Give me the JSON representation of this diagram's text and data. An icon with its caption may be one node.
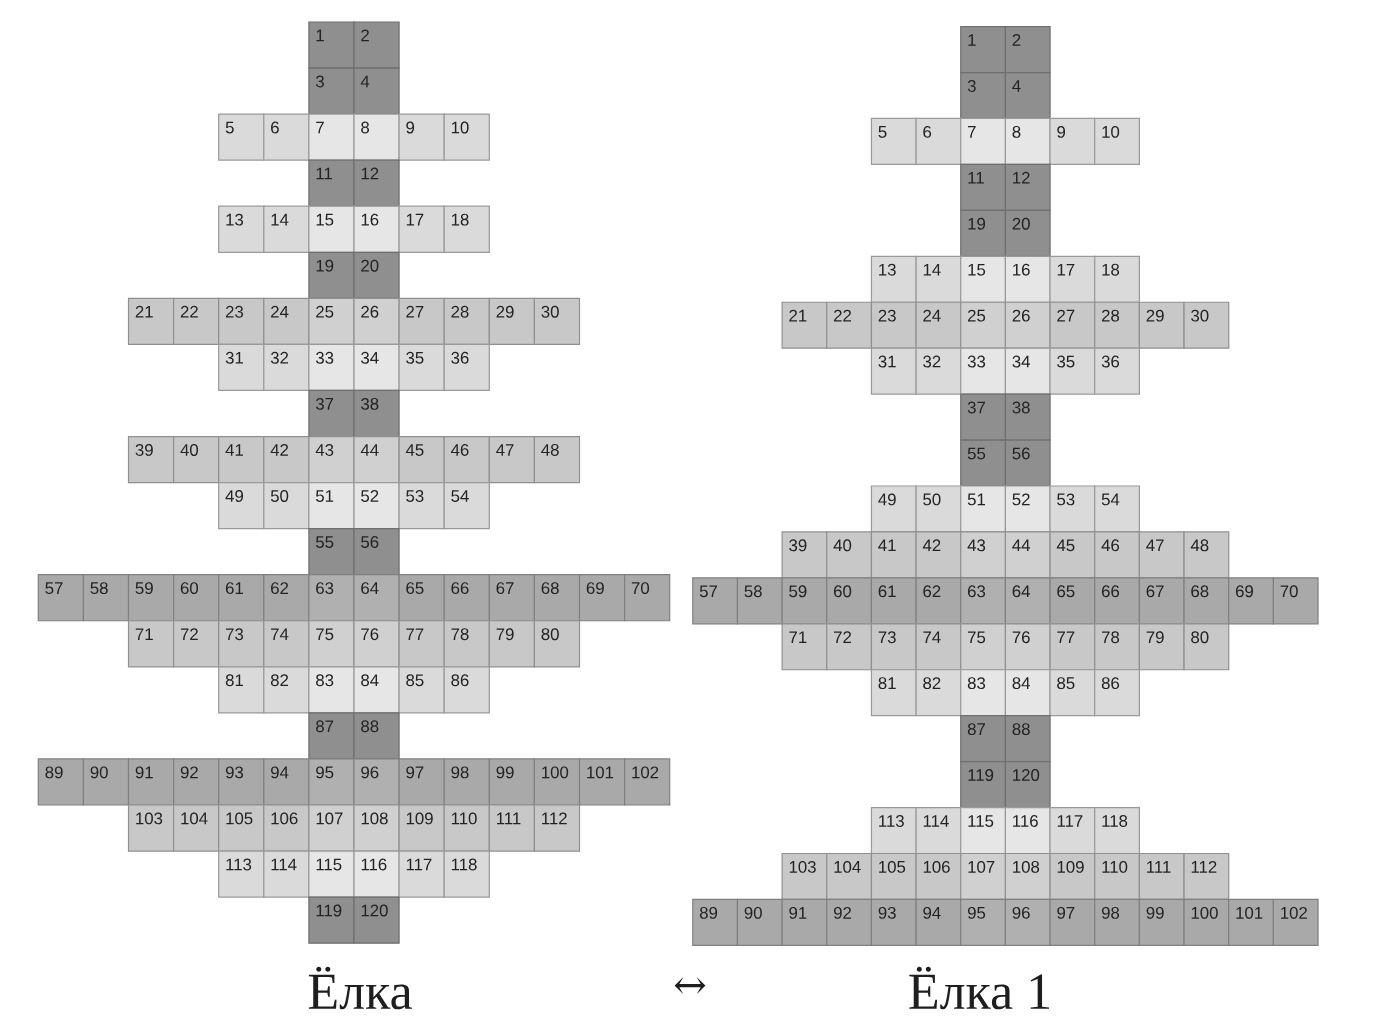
{
  "diagram": {
    "nodes": [
      {
        "text": [
          "1"
        ]
      },
      {
        "text": [
          "2"
        ]
      },
      {
        "text": [
          "3"
        ]
      },
      {
        "text": [
          "4"
        ]
      },
      {
        "text": [
          "5"
        ]
      },
      {
        "text": [
          "6"
        ]
      },
      {
        "text": [
          "7"
        ]
      },
      {
        "text": [
          "8"
        ]
      },
      {
        "text": [
          "9"
        ]
      },
      {
        "text": [
          "10"
        ]
      },
      {
        "text": [
          "11"
        ]
      },
      {
        "text": [
          "12"
        ]
      },
      {
        "text": [
          "13"
        ]
      },
      {
        "text": [
          "14"
        ]
      },
      {
        "text": [
          "15"
        ]
      },
      {
        "text": [
          "16"
        ]
      },
      {
        "text": [
          "17"
        ]
      },
      {
        "text": [
          "18"
        ]
      },
      {
        "text": [
          "19"
        ]
      },
      {
        "text": [
          "20"
        ]
      },
      {
        "text": [
          "21"
        ]
      },
      {
        "text": [
          "22"
        ]
      },
      {
        "text": [
          "23"
        ]
      },
      {
        "text": [
          "24"
        ]
      },
      {
        "text": [
          "25"
        ]
      },
      {
        "text": [
          "26"
        ]
      },
      {
        "text": [
          "27"
        ]
      },
      {
        "text": [
          "28"
        ]
      },
      {
        "text": [
          "29"
        ]
      },
      {
        "text": [
          "30"
        ]
      },
      {
        "text": [
          "31"
        ]
      },
      {
        "text": [
          "32"
        ]
      },
      {
        "text": [
          "33"
        ]
      },
      {
        "text": [
          "34"
        ]
      },
      {
        "text": [
          "35"
        ]
      },
      {
        "text": [
          "36"
        ]
      },
      {
        "text": [
          "37"
        ]
      },
      {
        "text": [
          "38"
        ]
      },
      {
        "text": [
          "39"
        ]
      },
      {
        "text": [
          "40"
        ]
      },
      {
        "text": [
          "41"
        ]
      },
      {
        "text": [
          "42"
        ]
      },
      {
        "text": [
          "43"
        ]
      },
      {
        "text": [
          "44"
        ]
      },
      {
        "text": [
          "45"
        ]
      },
      {
        "text": [
          "46"
        ]
      },
      {
        "text": [
          "47"
        ]
      },
      {
        "text": [
          "48"
        ]
      },
      {
        "text": [
          "49"
        ]
      },
      {
        "text": [
          "50"
        ]
      },
      {
        "text": [
          "51"
        ]
      },
      {
        "text": [
          "52"
        ]
      },
      {
        "text": [
          "53"
        ]
      },
      {
        "text": [
          "54"
        ]
      },
      {
        "text": [
          "55"
        ]
      },
      {
        "text": [
          "56"
        ]
      },
      {
        "text": [
          "57"
        ]
      },
      {
        "text": [
          "58"
        ]
      },
      {
        "text": [
          "59"
        ]
      },
      {
        "text": [
          "60"
        ]
      },
      {
        "text": [
          "61"
        ]
      },
      {
        "text": [
          "62"
        ]
      },
      {
        "text": [
          "63"
        ]
      },
      {
        "text": [
          "64"
        ]
      },
      {
        "text": [
          "65"
        ]
      },
      {
        "text": [
          "66"
        ]
      },
      {
        "text": [
          "67"
        ]
      },
      {
        "text": [
          "68"
        ]
      },
      {
        "text": [
          "69"
        ]
      },
      {
        "text": [
          "70"
        ]
      },
      {
        "text": [
          "71"
        ]
      },
      {
        "text": [
          "72"
        ]
      },
      {
        "text": [
          "73"
        ]
      },
      {
        "text": [
          "74"
        ]
      },
      {
        "text": [
          "75"
        ]
      },
      {
        "text": [
          "76"
        ]
      },
      {
        "text": [
          "77"
        ]
      },
      {
        "text": [
          "78"
        ]
      },
      {
        "text": [
          "79"
        ]
      },
      {
        "text": [
          "80"
        ]
      },
      {
        "text": [
          "81"
        ]
      },
      {
        "text": [
          "82"
        ]
      },
      {
        "text": [
          "83"
        ]
      },
      {
        "text": [
          "84"
        ]
      },
      {
        "text": [
          "85"
        ]
      },
      {
        "text": [
          "86"
        ]
      },
      {
        "text": [
          "87"
        ]
      },
      {
        "text": [
          "88"
        ]
      },
      {
        "text": [
          "89"
        ]
      },
      {
        "text": [
          "90"
        ]
      },
      {
        "text": [
          "91"
        ]
      },
      {
        "text": [
          "92"
        ]
      },
      {
        "text": [
          "93"
        ]
      },
      {
        "text": [
          "94"
        ]
      },
      {
        "text": [
          "95"
        ]
      },
      {
        "text": [
          "96"
        ]
      },
      {
        "text": [
          "97"
        ]
      },
      {
        "text": [
          "98"
        ]
      },
      {
        "text": [
          "99"
        ]
      },
      {
        "text": [
          "100"
        ]
      },
      {
        "text": [
          "101"
        ]
      },
      {
        "text": [
          "102"
        ]
      },
      {
        "text": [
          "103"
        ]
      },
      {
        "text": [
          "104"
        ]
      },
      {
        "text": [
          "105"
        ]
      },
      {
        "text": [
          "106"
        ]
      },
      {
        "text": [
          "107"
        ]
      },
      {
        "text": [
          "108"
        ]
      },
      {
        "text": [
          "109"
        ]
      },
      {
        "text": [
          "110"
        ]
      },
      {
        "text": [
          "111"
        ]
      },
      {
        "text": [
          "112"
        ]
      },
      {
        "text": [
          "113"
        ]
      },
      {
        "text": [
          "114"
        ]
      },
      {
        "text": [
          "115"
        ]
      },
      {
        "text": [
          "116"
        ]
      },
      {
        "text": [
          "117"
        ]
      },
      {
        "text": [
          "118"
        ]
      },
      {
        "text": [
          "119"
        ]
      },
      {
        "text": [
          "120"
        ]
      },
      {
        "text": [
          "1"
        ]
      },
      {
        "text": [
          "2"
        ]
      },
      {
        "text": [
          "3"
        ]
      },
      {
        "text": [
          "4"
        ]
      },
      {
        "text": [
          "5"
        ]
      },
      {
        "text": [
          "6"
        ]
      },
      {
        "text": [
          "7"
        ]
      },
      {
        "text": [
          "8"
        ]
      },
      {
        "text": [
          "9"
        ]
      },
      {
        "text": [
          "10"
        ]
      },
      {
        "text": [
          "11"
        ]
      },
      {
        "text": [
          "12"
        ]
      },
      {
        "text": [
          "19"
        ]
      },
      {
        "text": [
          "20"
        ]
      },
      {
        "text": [
          "13"
        ]
      },
      {
        "text": [
          "14"
        ]
      },
      {
        "text": [
          "15"
        ]
      },
      {
        "text": [
          "16"
        ]
      },
      {
        "text": [
          "17"
        ]
      },
      {
        "text": [
          "18"
        ]
      },
      {
        "text": [
          "21"
        ]
      },
      {
        "text": [
          "22"
        ]
      },
      {
        "text": [
          "23"
        ]
      },
      {
        "text": [
          "24"
        ]
      },
      {
        "text": [
          "25"
        ]
      },
      {
        "text": [
          "26"
        ]
      },
      {
        "text": [
          "27"
        ]
      },
      {
        "text": [
          "28"
        ]
      },
      {
        "text": [
          "29"
        ]
      },
      {
        "text": [
          "30"
        ]
      },
      {
        "text": [
          "31"
        ]
      },
      {
        "text": [
          "32"
        ]
      },
      {
        "text": [
          "33"
        ]
      },
      {
        "text": [
          "34"
        ]
      },
      {
        "text": [
          "35"
        ]
      },
      {
        "text": [
          "36"
        ]
      },
      {
        "text": [
          "37"
        ]
      },
      {
        "text": [
          "38"
        ]
      },
      {
        "text": [
          "55"
        ]
      },
      {
        "text": [
          "56"
        ]
      },
      {
        "text": [
          "49"
        ]
      },
      {
        "text": [
          "50"
        ]
      },
      {
        "text": [
          "51"
        ]
      },
      {
        "text": [
          "52"
        ]
      },
      {
        "text": [
          "53"
        ]
      },
      {
        "text": [
          "54"
        ]
      },
      {
        "text": [
          "39"
        ]
      },
      {
        "text": [
          "40"
        ]
      },
      {
        "text": [
          "41"
        ]
      },
      {
        "text": [
          "42"
        ]
      },
      {
        "text": [
          "43"
        ]
      },
      {
        "text": [
          "44"
        ]
      },
      {
        "text": [
          "45"
        ]
      },
      {
        "text": [
          "46"
        ]
      },
      {
        "text": [
          "47"
        ]
      },
      {
        "text": [
          "48"
        ]
      },
      {
        "text": [
          "57"
        ]
      },
      {
        "text": [
          "58"
        ]
      },
      {
        "text": [
          "59"
        ]
      },
      {
        "text": [
          "60"
        ]
      },
      {
        "text": [
          "61"
        ]
      },
      {
        "text": [
          "62"
        ]
      },
      {
        "text": [
          "63"
        ]
      },
      {
        "text": [
          "64"
        ]
      },
      {
        "text": [
          "65"
        ]
      },
      {
        "text": [
          "66"
        ]
      },
      {
        "text": [
          "67"
        ]
      },
      {
        "text": [
          "68"
        ]
      },
      {
        "text": [
          "69"
        ]
      },
      {
        "text": [
          "70"
        ]
      },
      {
        "text": [
          "71"
        ]
      },
      {
        "text": [
          "72"
        ]
      },
      {
        "text": [
          "73"
        ]
      },
      {
        "text": [
          "74"
        ]
      },
      {
        "text": [
          "75"
        ]
      },
      {
        "text": [
          "76"
        ]
      },
      {
        "text": [
          "77"
        ]
      },
      {
        "text": [
          "78"
        ]
      },
      {
        "text": [
          "79"
        ]
      },
      {
        "text": [
          "80"
        ]
      },
      {
        "text": [
          "81"
        ]
      },
      {
        "text": [
          "82"
        ]
      },
      {
        "text": [
          "83"
        ]
      },
      {
        "text": [
          "84"
        ]
      },
      {
        "text": [
          "85"
        ]
      },
      {
        "text": [
          "86"
        ]
      },
      {
        "text": [
          "87"
        ]
      },
      {
        "text": [
          "88"
        ]
      },
      {
        "text": [
          "119"
        ]
      },
      {
        "text": [
          "120"
        ]
      },
      {
        "text": [
          "113"
        ]
      },
      {
        "text": [
          "114"
        ]
      },
      {
        "text": [
          "115"
        ]
      },
      {
        "text": [
          "116"
        ]
      },
      {
        "text": [
          "117"
        ]
      },
      {
        "text": [
          "118"
        ]
      },
      {
        "text": [
          "103"
        ]
      },
      {
        "text": [
          "104"
        ]
      },
      {
        "text": [
          "105"
        ]
      },
      {
        "text": [
          "106"
        ]
      },
      {
        "text": [
          "107"
        ]
      },
      {
        "text": [
          "108"
        ]
      },
      {
        "text": [
          "109"
        ]
      },
      {
        "text": [
          "110"
        ]
      },
      {
        "text": [
          "111"
        ]
      },
      {
        "text": [
          "112"
        ]
      },
      {
        "text": [
          "89"
        ]
      },
      {
        "text": [
          "90"
        ]
      },
      {
        "text": [
          "91"
        ]
      },
      {
        "text": [
          "92"
        ]
      },
      {
        "text": [
          "93"
        ]
      },
      {
        "text": [
          "94"
        ]
      },
      {
        "text": [
          "95"
        ]
      },
      {
        "text": [
          "96"
        ]
      },
      {
        "text": [
          "97"
        ]
      },
      {
        "text": [
          "98"
        ]
      },
      {
        "text": [
          "99"
        ]
      },
      {
        "text": [
          "100"
        ]
      },
      {
        "text": [
          "101"
        ]
      },
      {
        "text": [
          "102"
        ]
      }
    ],
    "labels": [
      "Ёлка",
      "↔",
      "Ёлка 1"
    ]
  }
}
